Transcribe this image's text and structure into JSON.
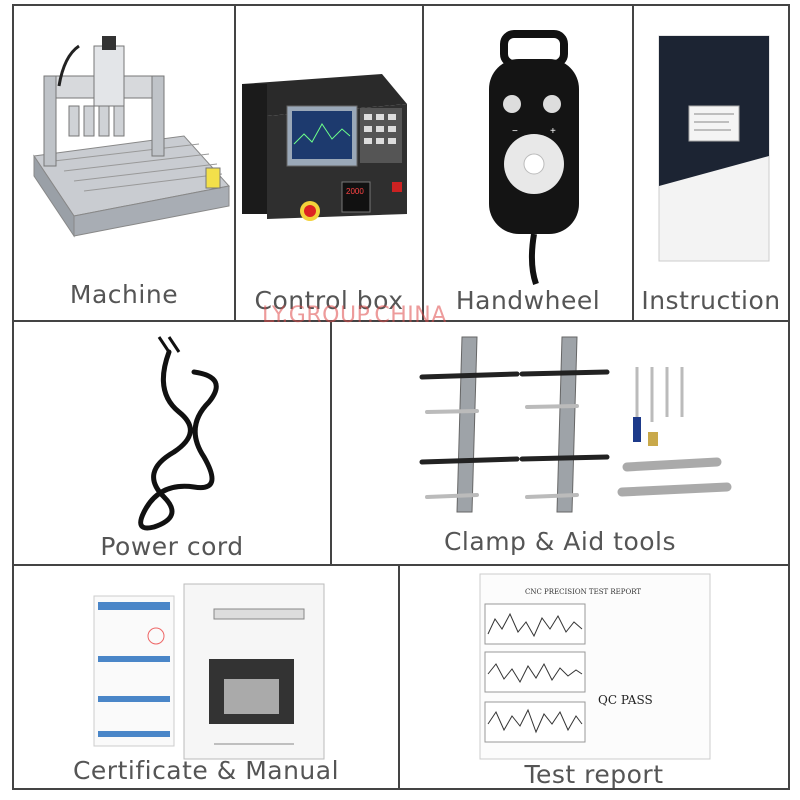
{
  "items": [
    {
      "label": "Machine"
    },
    {
      "label": "Control box"
    },
    {
      "label": "Handwheel"
    },
    {
      "label": "Instruction"
    },
    {
      "label": "Power cord"
    },
    {
      "label": "Clamp & Aid tools"
    },
    {
      "label": "Certificate & Manual"
    },
    {
      "label": "Test report"
    }
  ],
  "watermark": "LY.GROUP.CHINA",
  "report": {
    "title": "CNC PRECISION TEST REPORT",
    "qc": "QC PASS"
  },
  "colors": {
    "border": "#444444",
    "label": "#555555",
    "watermark": "#e04a4a"
  }
}
